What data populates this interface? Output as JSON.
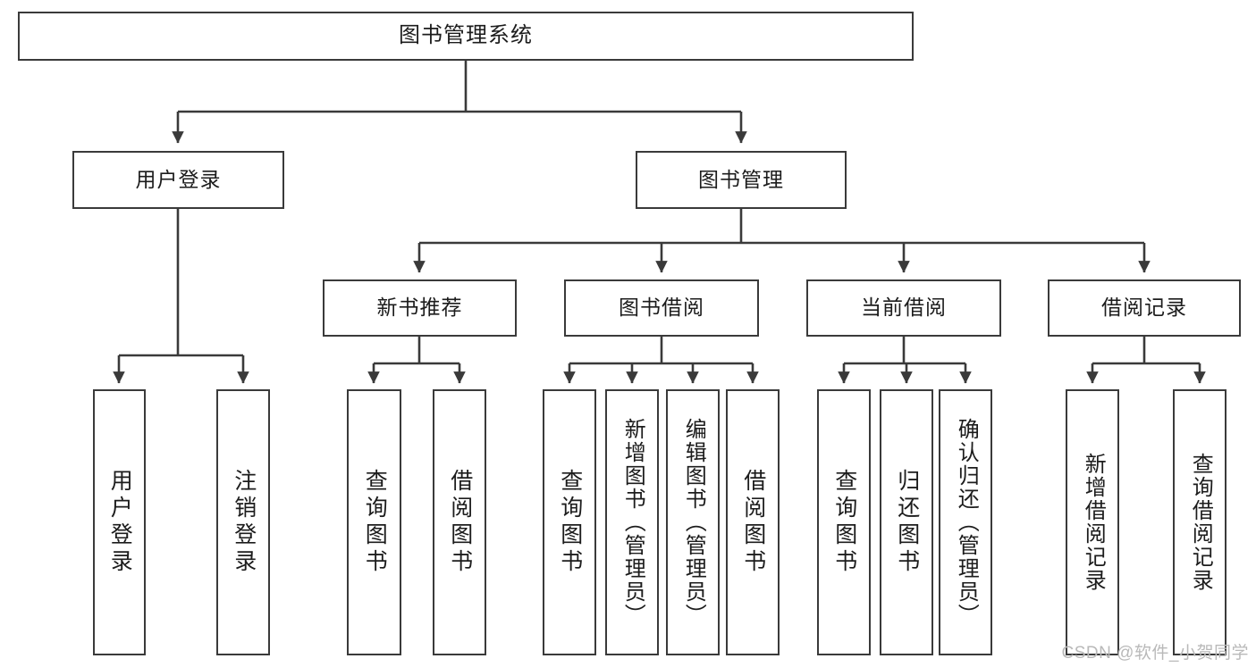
{
  "diagram": {
    "title": "图书管理系统",
    "watermark": "CSDN @软件_小贺同学",
    "root": {
      "label": "图书管理系统"
    },
    "level2": [
      {
        "label": "用户登录"
      },
      {
        "label": "图书管理"
      }
    ],
    "level3": [
      {
        "label": "新书推荐"
      },
      {
        "label": "图书借阅"
      },
      {
        "label": "当前借阅"
      },
      {
        "label": "借阅记录"
      }
    ],
    "leaves": [
      {
        "label": "用户登录"
      },
      {
        "label": "注销登录"
      },
      {
        "label": "查询图书"
      },
      {
        "label": "借阅图书"
      },
      {
        "label": "查询图书"
      },
      {
        "label": "新增图书（管理员）"
      },
      {
        "label": "编辑图书（管理员）"
      },
      {
        "label": "借阅图书"
      },
      {
        "label": "查询图书"
      },
      {
        "label": "归还图书"
      },
      {
        "label": "确认归还（管理员）"
      },
      {
        "label": "新增借阅记录"
      },
      {
        "label": "查询借阅记录"
      }
    ],
    "colors": {
      "stroke": "#3a3a3a",
      "text": "#1c1c1c",
      "background": "#ffffff",
      "watermark": "#b9b9b9"
    }
  }
}
